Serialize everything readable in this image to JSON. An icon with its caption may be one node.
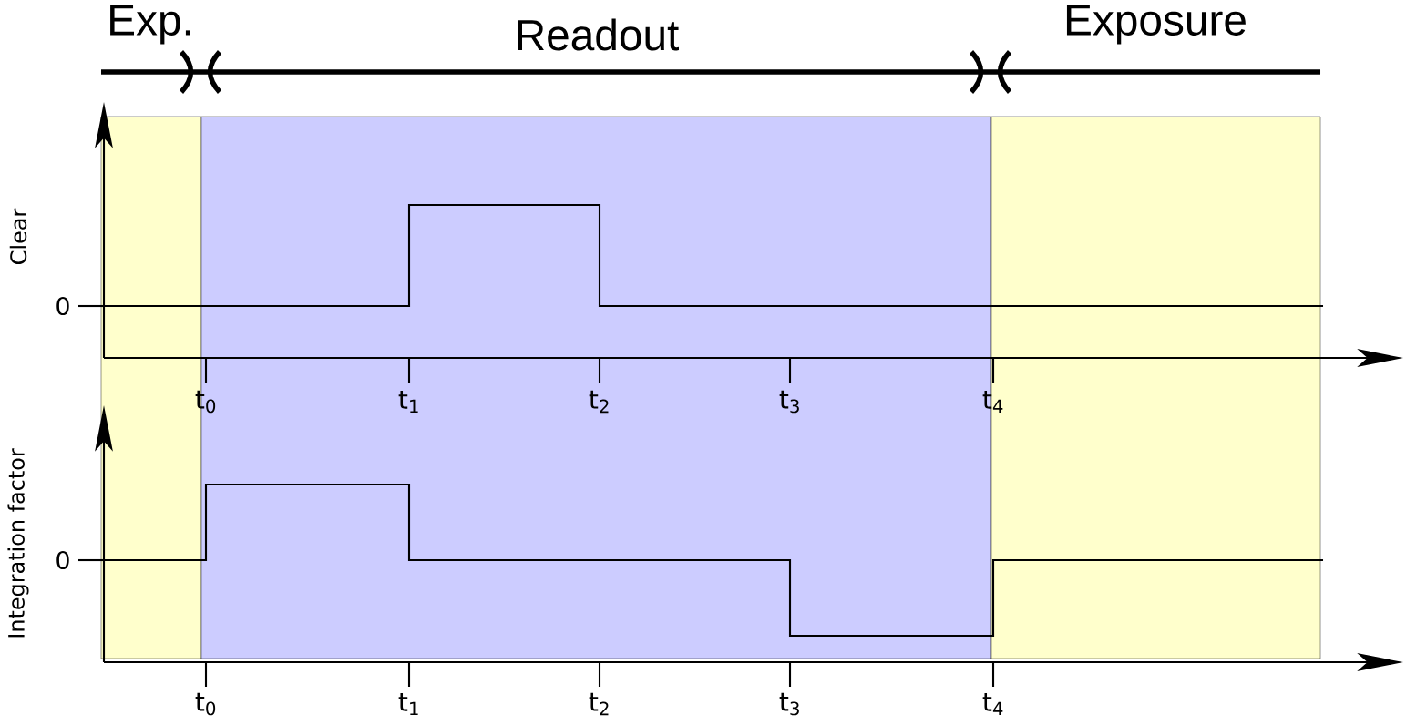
{
  "diagram": {
    "labels": [
      "Exp.",
      "Readout",
      "Exposure",
      "Clear",
      "0",
      "t$_{0}$",
      "t$_{1}$",
      "t$_{2}$",
      "t$_{3}$",
      "t$_{4}$",
      "Integration factor",
      "0",
      "t$_{0}$",
      "t$_{1}$",
      "t$_{2}$",
      "t$_{3}$",
      "t$_{4}$"
    ]
  }
}
